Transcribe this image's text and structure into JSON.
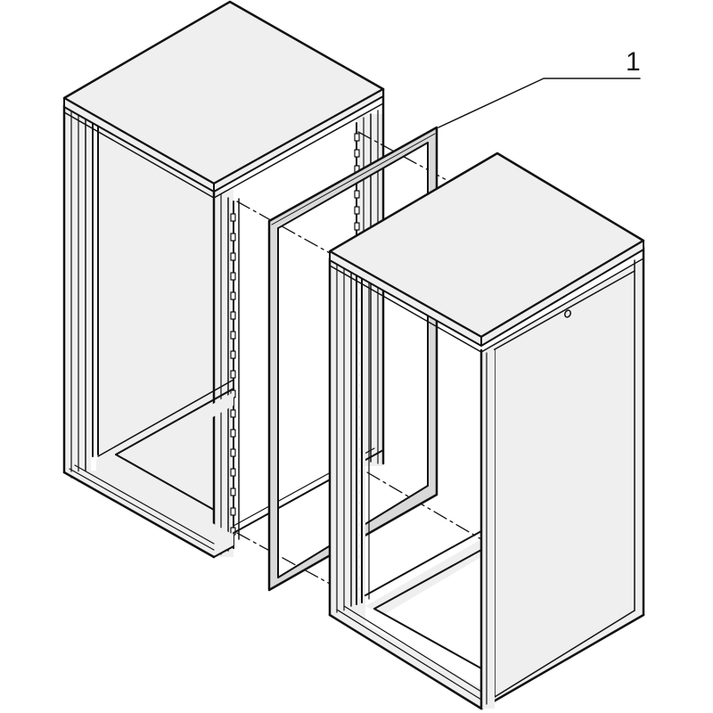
{
  "figure": {
    "description": "Exploded isometric view of two baying enclosure cabinets joined with a seal frame between them",
    "colors": {
      "line": "#111111",
      "panel_fill": "#efefef",
      "frame_fill": "#d9d9d9",
      "background": "#ffffff"
    },
    "callouts": [
      {
        "id": "1",
        "label": "1",
        "points_to": "baying-seal-frame"
      }
    ],
    "components": [
      {
        "name": "left-cabinet",
        "parts": [
          "top-cover",
          "frame-posts",
          "perforated-mounting-rails",
          "base-frame",
          "rear-panel"
        ]
      },
      {
        "name": "baying-seal-frame",
        "parts": [
          "rectangular-gasket-frame"
        ]
      },
      {
        "name": "right-cabinet",
        "parts": [
          "top-cover",
          "frame-posts",
          "perforated-mounting-rail",
          "base-frame",
          "side-panel",
          "side-panel-screw-hole"
        ]
      }
    ],
    "assembly_lines": "dash-dot alignment lines from left cabinet corners through seal frame to right cabinet"
  }
}
